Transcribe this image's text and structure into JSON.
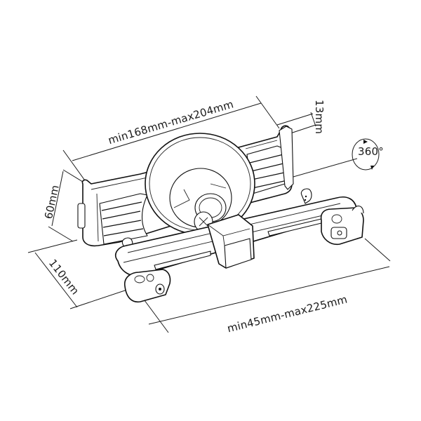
{
  "diagram": {
    "type": "technical-dimension-drawing",
    "subject": "tablet headrest mount",
    "dimensions": {
      "clamp_width": "min168mm-max204mm",
      "clamp_depth": "13mm",
      "rotation": "360°",
      "clamp_height": "60mm",
      "arm_height": "110mm",
      "headrest_span": "min45mm-max225mm"
    },
    "colors": {
      "line": "#1a1a1a",
      "background": "#ffffff"
    }
  }
}
